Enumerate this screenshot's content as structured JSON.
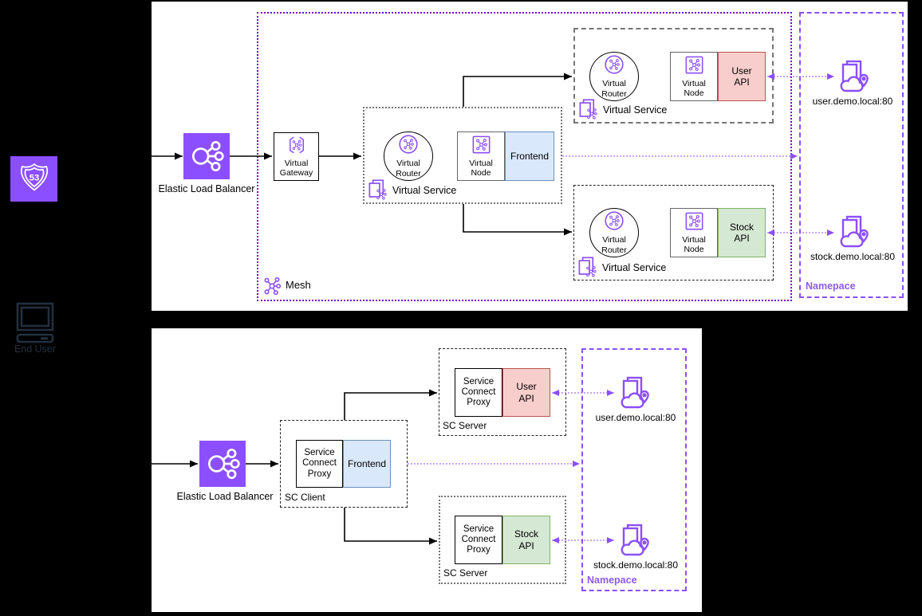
{
  "colors": {
    "background": "#000000",
    "panel": "#ffffff",
    "aws_purple": "#8C4FFF",
    "mesh_border": "#7100CC",
    "namespace_border": "#8C4FFF",
    "namespace_text": "#8C5BE8",
    "connector_purple": "#8C4FFF",
    "frontend_fill": "#DAE8FC",
    "frontend_border": "#6C8EBF",
    "user_api_fill": "#F8CECC",
    "user_api_border": "#B85450",
    "stock_api_fill": "#D5E8D4",
    "stock_api_border": "#82B366",
    "end_user_color": "#232F3E"
  },
  "icons": {
    "route53": "route-53-shield-icon",
    "end_user": "monitor-icon",
    "elb": "load-balancer-icon",
    "mesh_glyph": "mesh-network-icon",
    "virtual_gateway": "mesh-gateway-icon",
    "virtual_router": "router-circle-icon",
    "virtual_node": "node-square-icon",
    "virtual_service": "service-documents-icon",
    "endpoint": "cloud-endpoint-icon"
  },
  "left_rail": {
    "end_user_label": "End User"
  },
  "app_mesh_panel": {
    "elb_label": "Elastic Load Balancer",
    "virtual_gateway_label": "Virtual Gateway",
    "mesh_label": "Mesh",
    "virtual_services": [
      {
        "router_label": "Virtual Router",
        "node_label": "Virtual Node",
        "app_label": "Frontend",
        "service_label": "Virtual Service"
      },
      {
        "router_label": "Virtual Router",
        "node_label": "Virtual Node",
        "app_label": "User API",
        "service_label": "Virtual Service"
      },
      {
        "router_label": "Virtual Router",
        "node_label": "Virtual Node",
        "app_label": "Stock API",
        "service_label": "Virtual Service"
      }
    ],
    "namespace": {
      "label": "Namepace",
      "endpoints": [
        "user.demo.local:80",
        "stock.demo.local:80"
      ]
    }
  },
  "service_connect_panel": {
    "elb_label": "Elastic Load Balancer",
    "sc_client": {
      "proxy_label": "Service Connect Proxy",
      "app_label": "Frontend",
      "label": "SC Client"
    },
    "sc_servers": [
      {
        "proxy_label": "Service Connect Proxy",
        "app_label": "User API",
        "label": "SC Server"
      },
      {
        "proxy_label": "Service Connect Proxy",
        "app_label": "Stock API",
        "label": "SC Server"
      }
    ],
    "namespace": {
      "label": "Namepace",
      "endpoints": [
        "user.demo.local:80",
        "stock.demo.local:80"
      ]
    }
  }
}
